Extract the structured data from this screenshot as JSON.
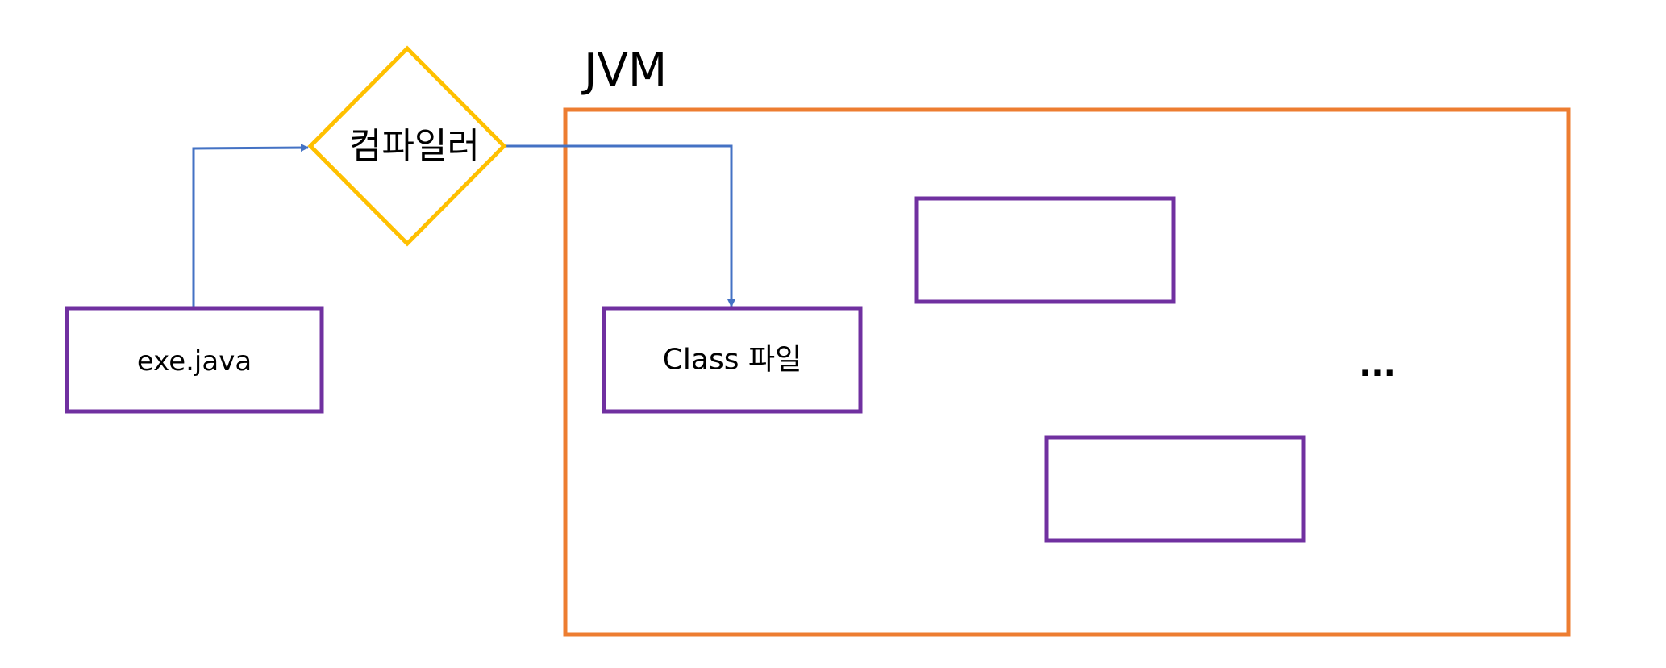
{
  "diagram": {
    "nodes": {
      "source_file": {
        "label": "exe.java"
      },
      "compiler": {
        "label": "컴파일러"
      },
      "jvm": {
        "label": "JVM"
      },
      "class_file": {
        "label": "Class 파일"
      },
      "block_1": {
        "label": ""
      },
      "block_2": {
        "label": ""
      },
      "ellipsis": {
        "label": "..."
      }
    },
    "edges": [
      {
        "from": "exe.java",
        "to": "컴파일러"
      },
      {
        "from": "컴파일러",
        "to": "Class 파일"
      }
    ]
  },
  "colors": {
    "box_border": "#7030a0",
    "compiler_border": "#ffc000",
    "jvm_border": "#ed7d31",
    "arrow": "#4472c4",
    "text": "#000000"
  }
}
